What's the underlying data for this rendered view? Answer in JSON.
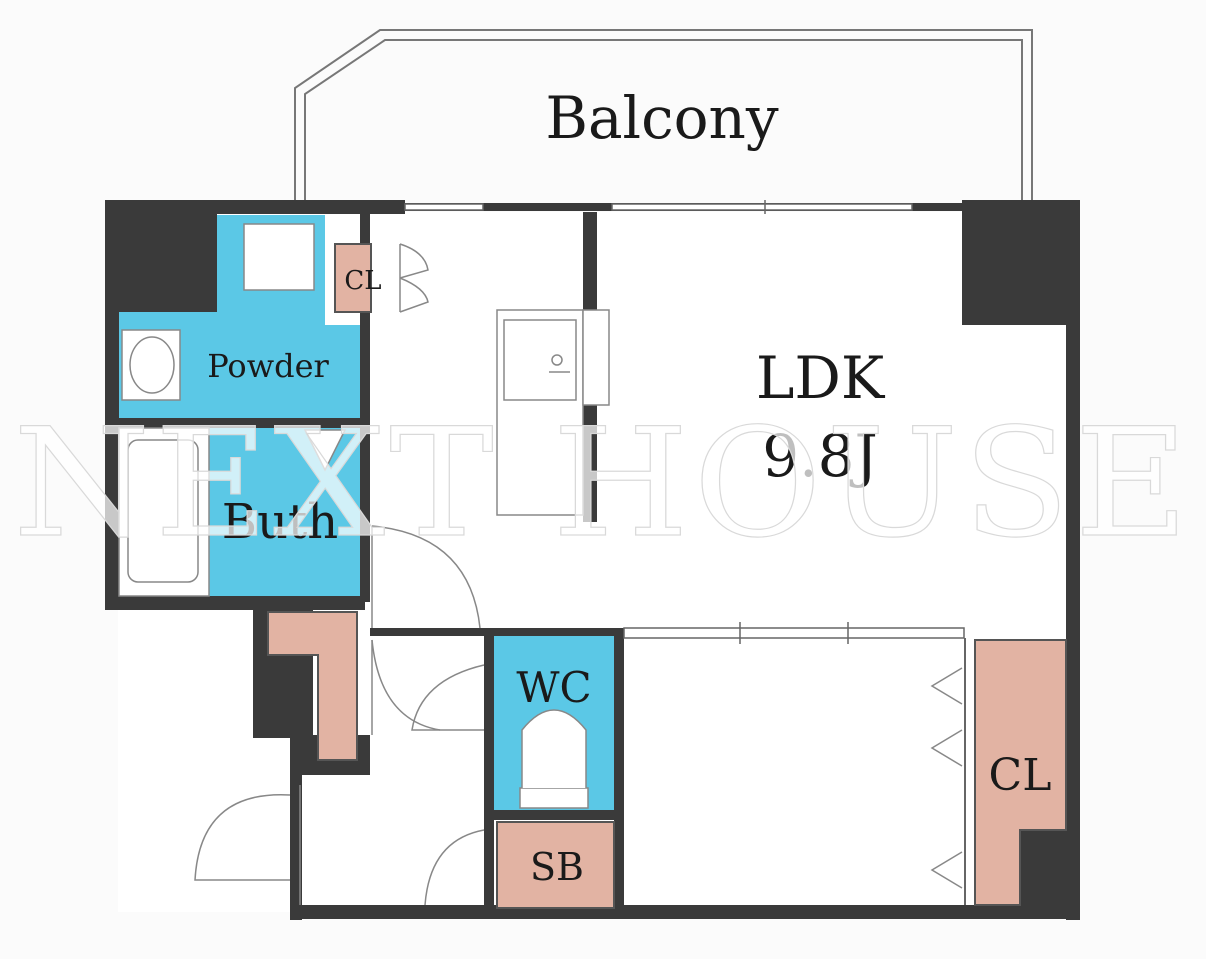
{
  "rooms": {
    "balcony": "Balcony",
    "closet_small": "CL",
    "powder": "Powder",
    "bath": "Buth",
    "ldk_name": "LDK",
    "ldk_size": "9.8J",
    "wc": "WC",
    "shoe_box": "SB",
    "closet_large": "CL"
  },
  "watermark": "NEXT HOUSE",
  "colors": {
    "wall": "#3a3a3a",
    "wet_area": "#5bc8e6",
    "storage": "#e2b3a3",
    "background": "#ffffff",
    "line": "#555555"
  }
}
